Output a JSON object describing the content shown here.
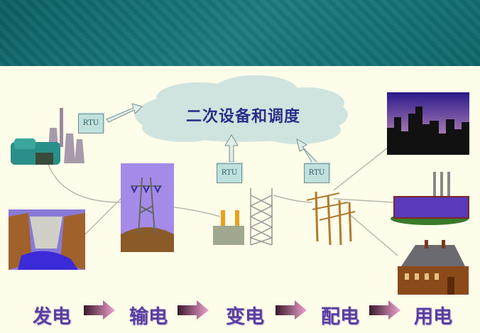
{
  "cloud": {
    "label": "二次设备和调度"
  },
  "rtu": [
    "RTU",
    "RTU",
    "RTU"
  ],
  "flow": [
    "发电",
    "输电",
    "变电",
    "配电",
    "用电"
  ],
  "colors": {
    "header": "#156f71",
    "background": "#fdfde9",
    "label": "#5a3fa0",
    "cloud": "#cfe3df"
  }
}
